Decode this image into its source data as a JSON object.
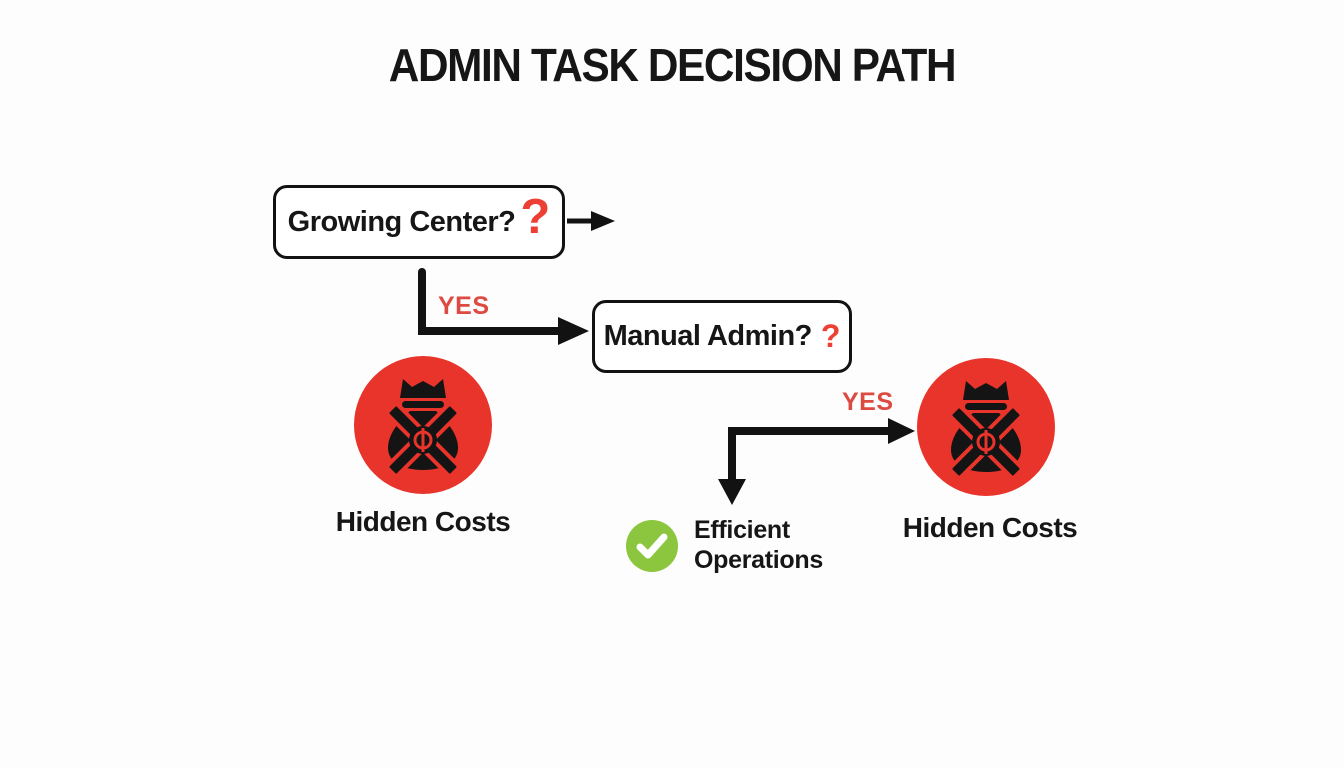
{
  "title": "ADMIN TASK DECISION PATH",
  "flowchart": {
    "growing_center_box": {
      "label": "Growing Center?",
      "question_mark": "?"
    },
    "manual_admin_box": {
      "label": "Manual Admin?",
      "question_mark": "?"
    },
    "yes_label_1": "YES",
    "yes_label_2": "YES",
    "hidden_costs_left": {
      "label": "Hidden Costs",
      "icon": "money-bag-crossed-icon"
    },
    "hidden_costs_right": {
      "label": "Hidden Costs",
      "icon": "money-bag-crossed-icon"
    },
    "efficient_operations": {
      "label": "Efficient Operations",
      "icon": "checkmark-icon"
    }
  },
  "colors": {
    "circle_red": "#e8342b",
    "question_mark_red": "#ed4034",
    "yes_red": "#dd4a41",
    "success_green": "#8cc63e",
    "line_black": "#121212",
    "background": "#fdfdfd"
  }
}
